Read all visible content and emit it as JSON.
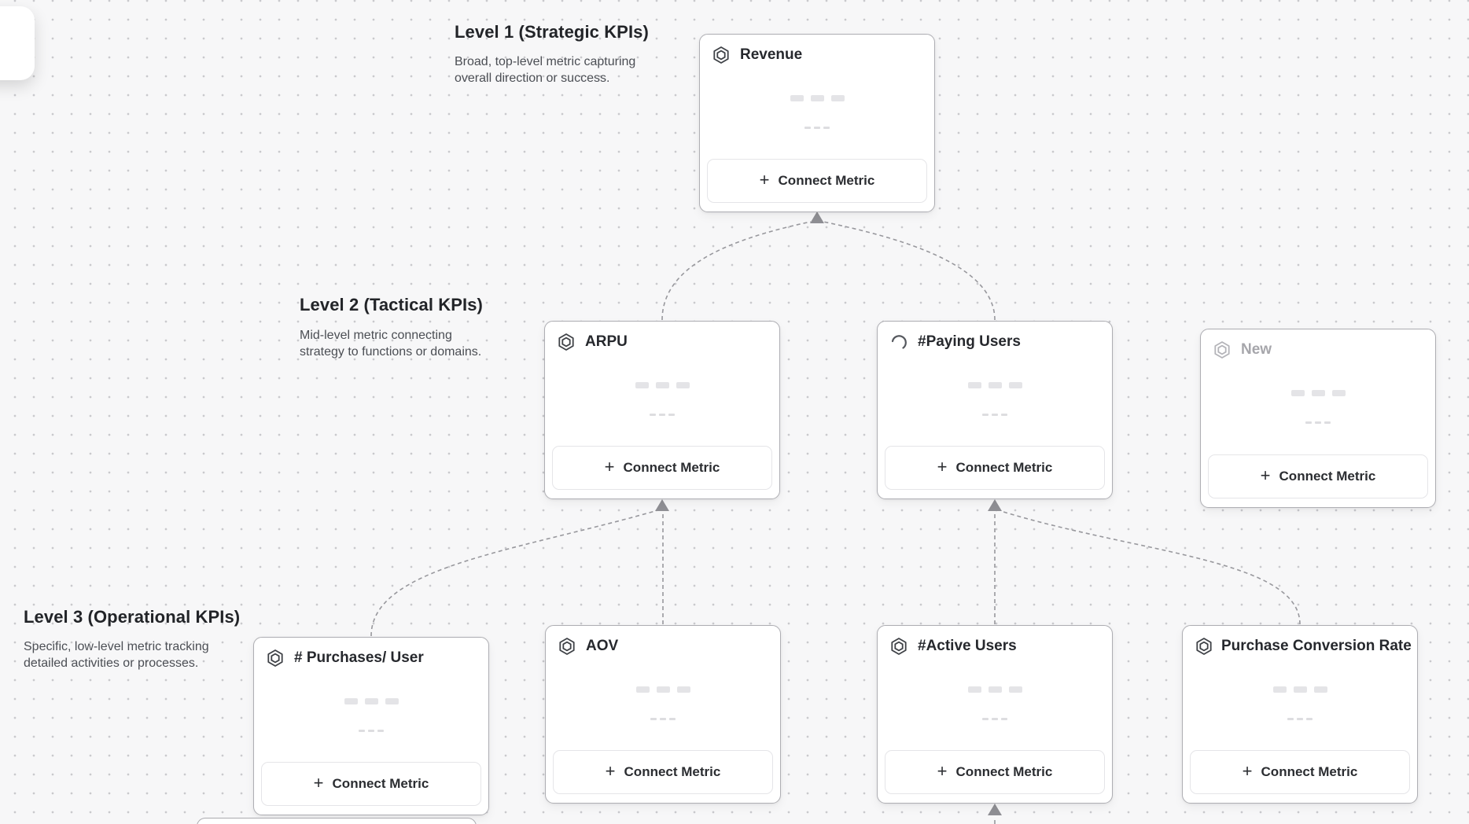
{
  "canvas": {
    "background_color": "#f7f7f8",
    "dot_color": "#c9c9cd",
    "connector_color": "#98989d",
    "arrow_color": "#8f8f94"
  },
  "labels": {
    "connect_metric": "Connect Metric",
    "plus": "+"
  },
  "levels": [
    {
      "title": "Level 1 (Strategic KPIs)",
      "description": "Broad, top-level metric capturing overall direction or success."
    },
    {
      "title": "Level 2 (Tactical KPIs)",
      "description": "Mid-level metric connecting strategy to functions or domains."
    },
    {
      "title": "Level 3 (Operational KPIs)",
      "description": "Specific, low-level metric tracking detailed activities or processes."
    }
  ],
  "cards": [
    {
      "title": "Revenue",
      "icon": "metric-hexagon-icon",
      "state": "normal",
      "level": 1
    },
    {
      "title": "ARPU",
      "icon": "metric-hexagon-icon",
      "state": "normal",
      "level": 2
    },
    {
      "title": "#Paying Users",
      "icon": "loading-spinner-icon",
      "state": "loading",
      "level": 2
    },
    {
      "title": "New",
      "icon": "metric-hexagon-icon",
      "state": "muted-new",
      "level": 2
    },
    {
      "title": "# Purchases/ User",
      "icon": "metric-hexagon-icon",
      "state": "normal",
      "level": 3
    },
    {
      "title": "AOV",
      "icon": "metric-hexagon-icon",
      "state": "normal",
      "level": 3
    },
    {
      "title": "#Active Users",
      "icon": "metric-hexagon-icon",
      "state": "normal",
      "level": 3
    },
    {
      "title": "Purchase Conversion Rate",
      "icon": "metric-hexagon-icon",
      "state": "normal",
      "level": 3
    }
  ]
}
